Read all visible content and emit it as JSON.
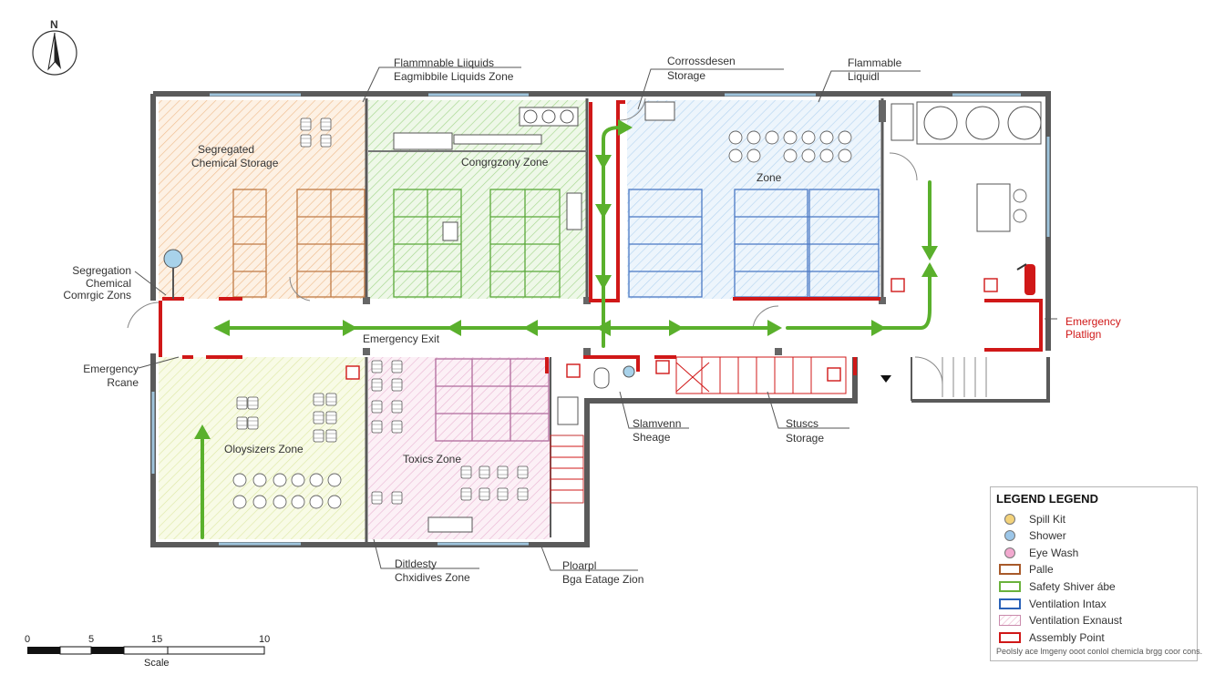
{
  "north": "N",
  "labels": {
    "flam_top": "Flammnable Liiquids",
    "flam_top2": "Eagmibbile Liquids Zone",
    "corros_top": "Corrossdesen",
    "corros_top2": "Storage",
    "flam_right": "Flammable",
    "flam_right2": "Liquidl",
    "segregated": "Segregated",
    "segregated2": "Chemical Storage",
    "congrzony": "Congrgzony Zone",
    "zone": "Zone",
    "seg_left": "Segregation",
    "seg_left2": "Chemical",
    "seg_left3": "Comrgic Zons",
    "emerg_left": "Emergency",
    "emerg_left2": "Rcane",
    "emerg_exit": "Emergency Exit",
    "oxy": "Oloysizers Zone",
    "toxics": "Toxics Zone",
    "shower": "Slamvenn",
    "shower2": "Sheage",
    "stusc": "Stuscs",
    "stusc2": "Storage",
    "emerg_right": "Emergency",
    "emerg_right2": "Platlign",
    "didesty": "Ditldesty",
    "didesty2": "Chxidives Zone",
    "ploarpl": "Ploarpl",
    "ploarpl2": "Bga Eatage Zion"
  },
  "legend": {
    "title": "LEGEND LEGEND",
    "items": [
      {
        "label": "Spill Kit",
        "kind": "dot",
        "color": "#f3d27a"
      },
      {
        "label": "Shower",
        "kind": "dot",
        "color": "#9cc6e8"
      },
      {
        "label": "Eye Wash",
        "kind": "dot",
        "color": "#f2a9cf"
      },
      {
        "label": "Palle",
        "kind": "box",
        "color": "#a85a2a"
      },
      {
        "label": "Safety Shiver ábe",
        "kind": "box",
        "color": "#6ab23c"
      },
      {
        "label": "Ventilation Intax",
        "kind": "box",
        "color": "#2a62b8"
      },
      {
        "label": "Ventilation Exnaust",
        "kind": "hatch",
        "color": "#e7a7c6"
      },
      {
        "label": "Assembly Point",
        "kind": "box",
        "color": "#d01818"
      }
    ],
    "note": "Peolsly ace lmgeny ooot conlol chemicla brgg coor cons."
  },
  "scale": {
    "ticks": [
      "0",
      "5",
      "15",
      "10"
    ],
    "caption": "Scale"
  },
  "colors": {
    "wall": "#5a5a5a",
    "route": "#5ab02c",
    "assembly": "#d01818",
    "orange_zone": "#e9a56a",
    "green_zone": "#86c56a",
    "blue_zone": "#8fbde6",
    "yellow_zone": "#d6e48a",
    "pink_zone": "#e2a4c8"
  }
}
